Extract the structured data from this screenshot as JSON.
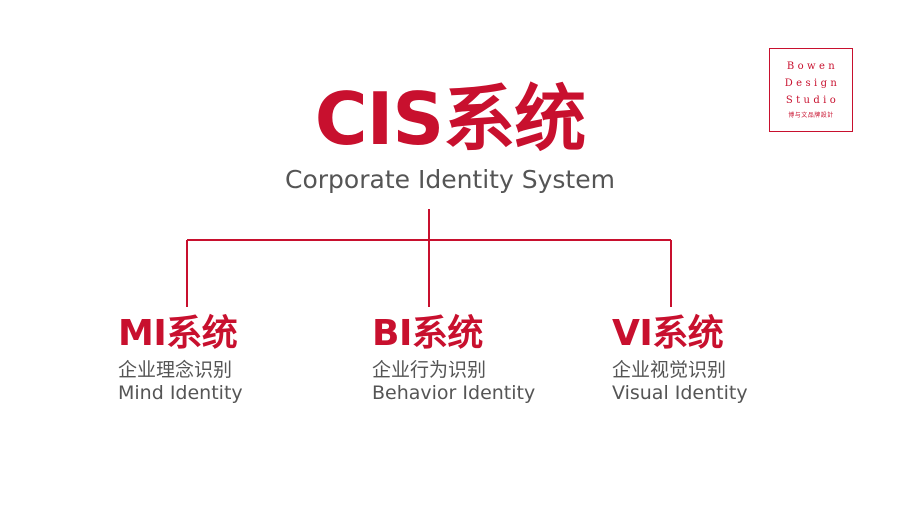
{
  "logo": {
    "line1": "Bowen",
    "line2": "Design",
    "line3": "Studio",
    "sub": "博与文品牌設計"
  },
  "title": "CIS系统",
  "subtitle": "Corporate Identity System",
  "branches": [
    {
      "title": "MI系统",
      "cn": "企业理念识别",
      "en": "Mind Identity"
    },
    {
      "title": "BI系统",
      "cn": "企业行为识别",
      "en": "Behavior Identity"
    },
    {
      "title": "VI系统",
      "cn": "企业视觉识别",
      "en": "Visual Identity"
    }
  ],
  "colors": {
    "accent": "#c8102e",
    "text": "#555555",
    "background": "#ffffff"
  }
}
